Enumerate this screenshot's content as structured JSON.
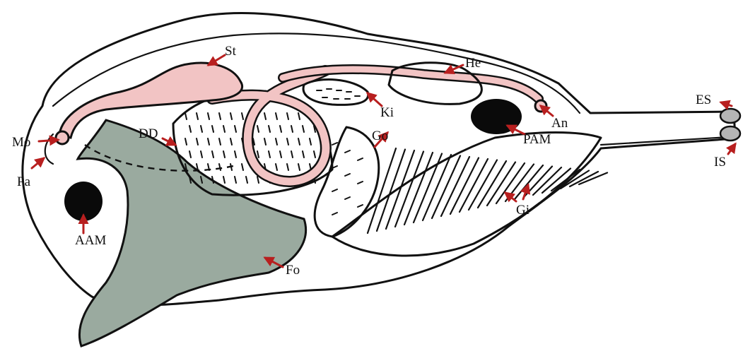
{
  "colors": {
    "foot": "#9aaa9f",
    "gut": "#f2c4c4",
    "arrow": "#b81f1f",
    "ink": "#111111",
    "muscle": "#0a0a0a"
  },
  "labels": {
    "St": "St",
    "He": "He",
    "Ki": "Ki",
    "An": "An",
    "ES": "ES",
    "IS": "IS",
    "PAM": "PAM",
    "Mo": "Mo",
    "Pa": "Pa",
    "DD": "DD",
    "Go": "Go",
    "Gi": "Gi",
    "AAM": "AAM",
    "Fo": "Fo"
  }
}
